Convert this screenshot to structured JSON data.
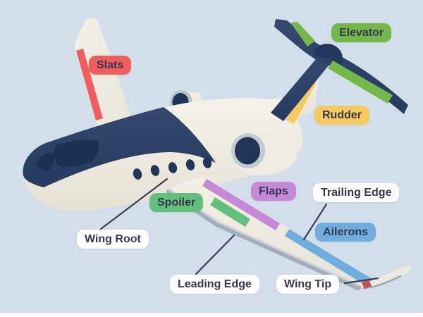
{
  "colors": {
    "background": "#d2dfeb",
    "bottom_bar": "#fdfdfd",
    "pointer_line": "#3c3c58",
    "label_text": "#373650",
    "fuselage_navy": "#2d4166",
    "body_cream": "#f0ece1"
  },
  "labels": {
    "slats": {
      "text": "Slats",
      "bg": "#ef5e5c"
    },
    "elevator": {
      "text": "Elevator",
      "bg": "#74b74a"
    },
    "rudder": {
      "text": "Rudder",
      "bg": "#f6ca5e"
    },
    "flaps": {
      "text": "Flaps",
      "bg": "#c689d8"
    },
    "trailing_edge": {
      "text": "Trailing Edge",
      "bg": "#ffffff"
    },
    "spoiler": {
      "text": "Spoiler",
      "bg": "#63c07c"
    },
    "ailerons": {
      "text": "Ailerons",
      "bg": "#6fadde"
    },
    "wing_root": {
      "text": "Wing Root",
      "bg": "#ffffff"
    },
    "leading_edge": {
      "text": "Leading Edge",
      "bg": "#ffffff"
    },
    "wing_tip": {
      "text": "Wing Tip",
      "bg": "#ffffff"
    }
  }
}
